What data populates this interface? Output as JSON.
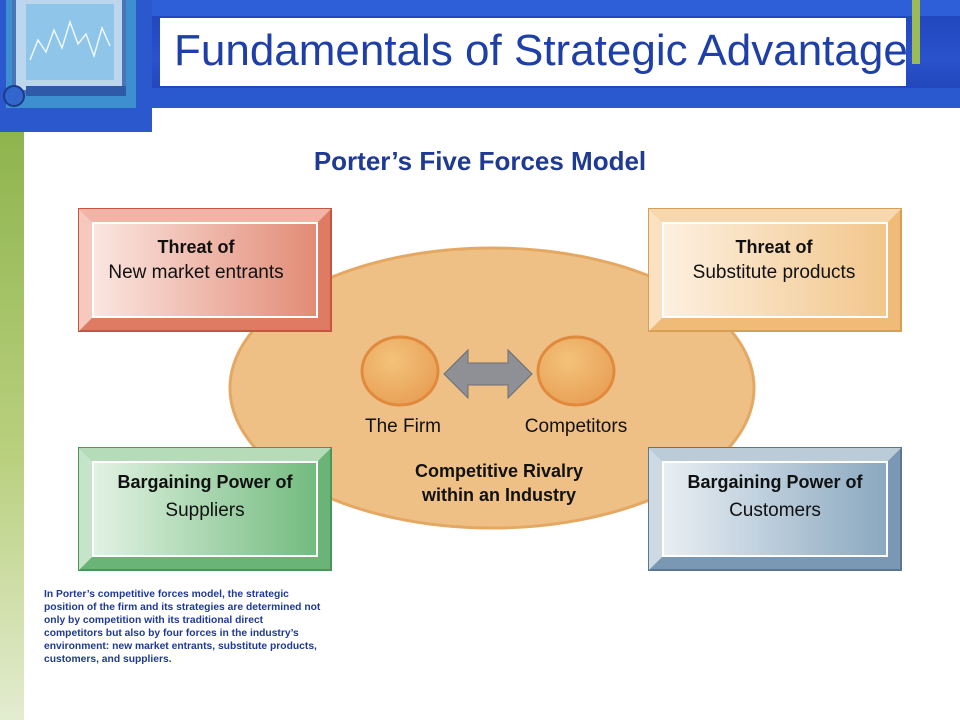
{
  "slide": {
    "title": "Fundamentals of Strategic Advantage",
    "subtitle": "Porter’s Five Forces Model",
    "caption": "In Porter’s competitive forces model, the strategic position of the firm and its strategies are determined not only by competition with its traditional direct competitors but also by four forces in the industry’s environment: new market entrants, substitute products, customers, and suppliers."
  },
  "diagram": {
    "boxes": {
      "new_entrants": {
        "line1": "Threat of",
        "line2": "New market entrants"
      },
      "substitutes": {
        "line1": "Threat of",
        "line2": "Substitute products"
      },
      "suppliers": {
        "line1": "Bargaining Power of",
        "line2": "Suppliers"
      },
      "customers": {
        "line1": "Bargaining Power of",
        "line2": "Customers"
      }
    },
    "center": {
      "firm_label": "The Firm",
      "competitors_label": "Competitors",
      "rivalry_line1": "Competitive Rivalry",
      "rivalry_line2": "within an Industry"
    }
  },
  "colors": {
    "title_blue": "#1f3fa8",
    "header_blue": "#2a52cc",
    "accent_green": "#9bbb59",
    "ellipse": "#eec085",
    "red_box": "#e07c66",
    "orange_box": "#f0c07e",
    "green_box": "#6fb97b",
    "blue_box": "#7f9db7"
  }
}
